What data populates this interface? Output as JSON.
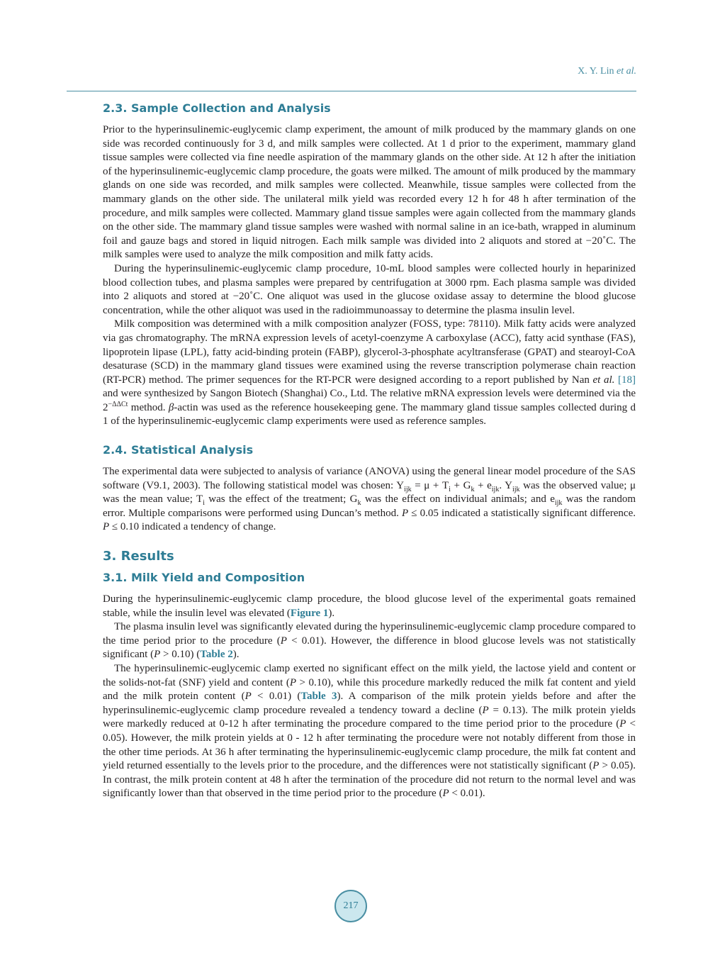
{
  "header": {
    "author": "X. Y. Lin",
    "etal": "et al."
  },
  "sections": {
    "s23": {
      "title": "2.3. Sample Collection and Analysis",
      "p1": "Prior to the hyperinsulinemic-euglycemic clamp experiment, the amount of milk produced by the mammary glands on one side was recorded continuously for 3 d, and milk samples were collected. At 1 d prior to the experiment, mammary gland tissue samples were collected via fine needle aspiration of the mammary glands on the other side. At 12 h after the initiation of the hyperinsulinemic-euglycemic clamp procedure, the goats were milked. The amount of milk produced by the mammary glands on one side was recorded, and milk samples were collected. Meanwhile, tissue samples were collected from the mammary glands on the other side. The unilateral milk yield was recorded every 12 h for 48 h after termination of the procedure, and milk samples were collected. Mammary gland tissue samples were again collected from the mammary glands on the other side. The mammary gland tissue samples were washed with normal saline in an ice-bath, wrapped in aluminum foil and gauze bags and stored in liquid nitrogen. Each milk sample was divided into 2 aliquots and stored at −20˚C. The milk samples were used to analyze the milk composition and milk fatty acids.",
      "p2": "During the hyperinsulinemic-euglycemic clamp procedure, 10-mL blood samples were collected hourly in heparinized blood collection tubes, and plasma samples were prepared by centrifugation at 3000 rpm. Each plasma sample was divided into 2 aliquots and stored at −20˚C. One aliquot was used in the glucose oxidase assay to determine the blood glucose concentration, while the other aliquot was used in the radioimmunoassay to determine the plasma insulin level.",
      "p3_a": "Milk composition was determined with a milk composition analyzer (FOSS, type: 78110). Milk fatty acids were analyzed via gas chromatography. The mRNA expression levels of acetyl-coenzyme A carboxylase (ACC), fatty acid synthase (FAS), lipoprotein lipase (LPL), fatty acid-binding protein (FABP), glycerol-3-phosphate acyltransferase (GPAT) and stearoyl-CoA desaturase (SCD) in the mammary gland tissues were examined using the reverse transcription polymerase chain reaction (RT-PCR) method. The primer sequences for the RT-PCR were designed according to a report published by Nan ",
      "p3_etal": "et al.",
      "p3_ref": "[18]",
      "p3_b": " and were synthesized by Sangon Biotech (Shanghai) Co., Ltd. The relative mRNA expression levels were determined via the 2",
      "p3_sup": "−ΔΔCt",
      "p3_c": " method. ",
      "p3_beta": "β",
      "p3_d": "-actin was used as the reference housekeeping gene. The mammary gland tissue samples collected during d 1 of the hyperinsulinemic-euglycemic clamp experiments were used as reference samples."
    },
    "s24": {
      "title": "2.4. Statistical Analysis",
      "p1_a": "The experimental data were subjected to analysis of variance (ANOVA) using the general linear model procedure of the SAS software (V9.1, 2003). The following statistical model was chosen: Y",
      "ijk": "ijk",
      "p1_b": " = μ + T",
      "i": "i",
      "p1_c": " + G",
      "k": "k",
      "p1_d": " + e",
      "p1_e": ". Y",
      "p1_f": " was the observed value; μ was the mean value; T",
      "p1_g": " was the effect of the treatment; G",
      "p1_h": " was the effect on individual animals; and e",
      "p1_i": " was the random error. Multiple comparisons were performed using Duncan’s method. ",
      "P": "P",
      "p1_j": " ≤ 0.05 indicated a statistically significant difference. ",
      "p1_k": " ≤ 0.10 indicated a tendency of change."
    },
    "s3": {
      "title": "3. Results"
    },
    "s31": {
      "title": "3.1. Milk Yield and Composition",
      "p1_a": "During the hyperinsulinemic-euglycemic clamp procedure, the blood glucose level of the experimental goats remained stable, while the insulin level was elevated (",
      "fig1": "Figure 1",
      "p1_b": ").",
      "p2_a": "The plasma insulin level was significantly elevated during the hyperinsulinemic-euglycemic clamp procedure compared to the time period prior to the procedure (",
      "p2_b": " < 0.01). However, the difference in blood glucose levels was not statistically significant (",
      "p2_c": " > 0.10) (",
      "tab2": "Table 2",
      "p2_d": ").",
      "p3_a": "The hyperinsulinemic-euglycemic clamp exerted no significant effect on the milk yield, the lactose yield and content or the solids-not-fat (SNF) yield and content (",
      "p3_b": " > 0.10), while this procedure markedly reduced the milk fat content and yield and the milk protein content (",
      "p3_c": " < 0.01) (",
      "tab3": "Table 3",
      "p3_d": "). A comparison of the milk protein yields before and after the hyperinsulinemic-euglycemic clamp procedure revealed a tendency toward a decline (",
      "p3_e": " = 0.13). The milk protein yields were markedly reduced at 0-12 h after terminating the procedure compared to the time period prior to the procedure (",
      "p3_f": " < 0.05). However, the milk protein yields at 0 - 12 h after terminating the procedure were not notably different from those in the other time periods. At 36 h after terminating the hyperinsulinemic-euglycemic clamp procedure, the milk fat content and yield returned essentially to the levels prior to the procedure, and the differences were not statistically significant (",
      "p3_g": " > 0.05). In contrast, the milk protein content at 48 h after the termination of the procedure did not return to the normal level and was significantly lower than that observed in the time period prior to the procedure (",
      "p3_h": " < 0.01)."
    }
  },
  "footer": {
    "page_number": "217"
  }
}
